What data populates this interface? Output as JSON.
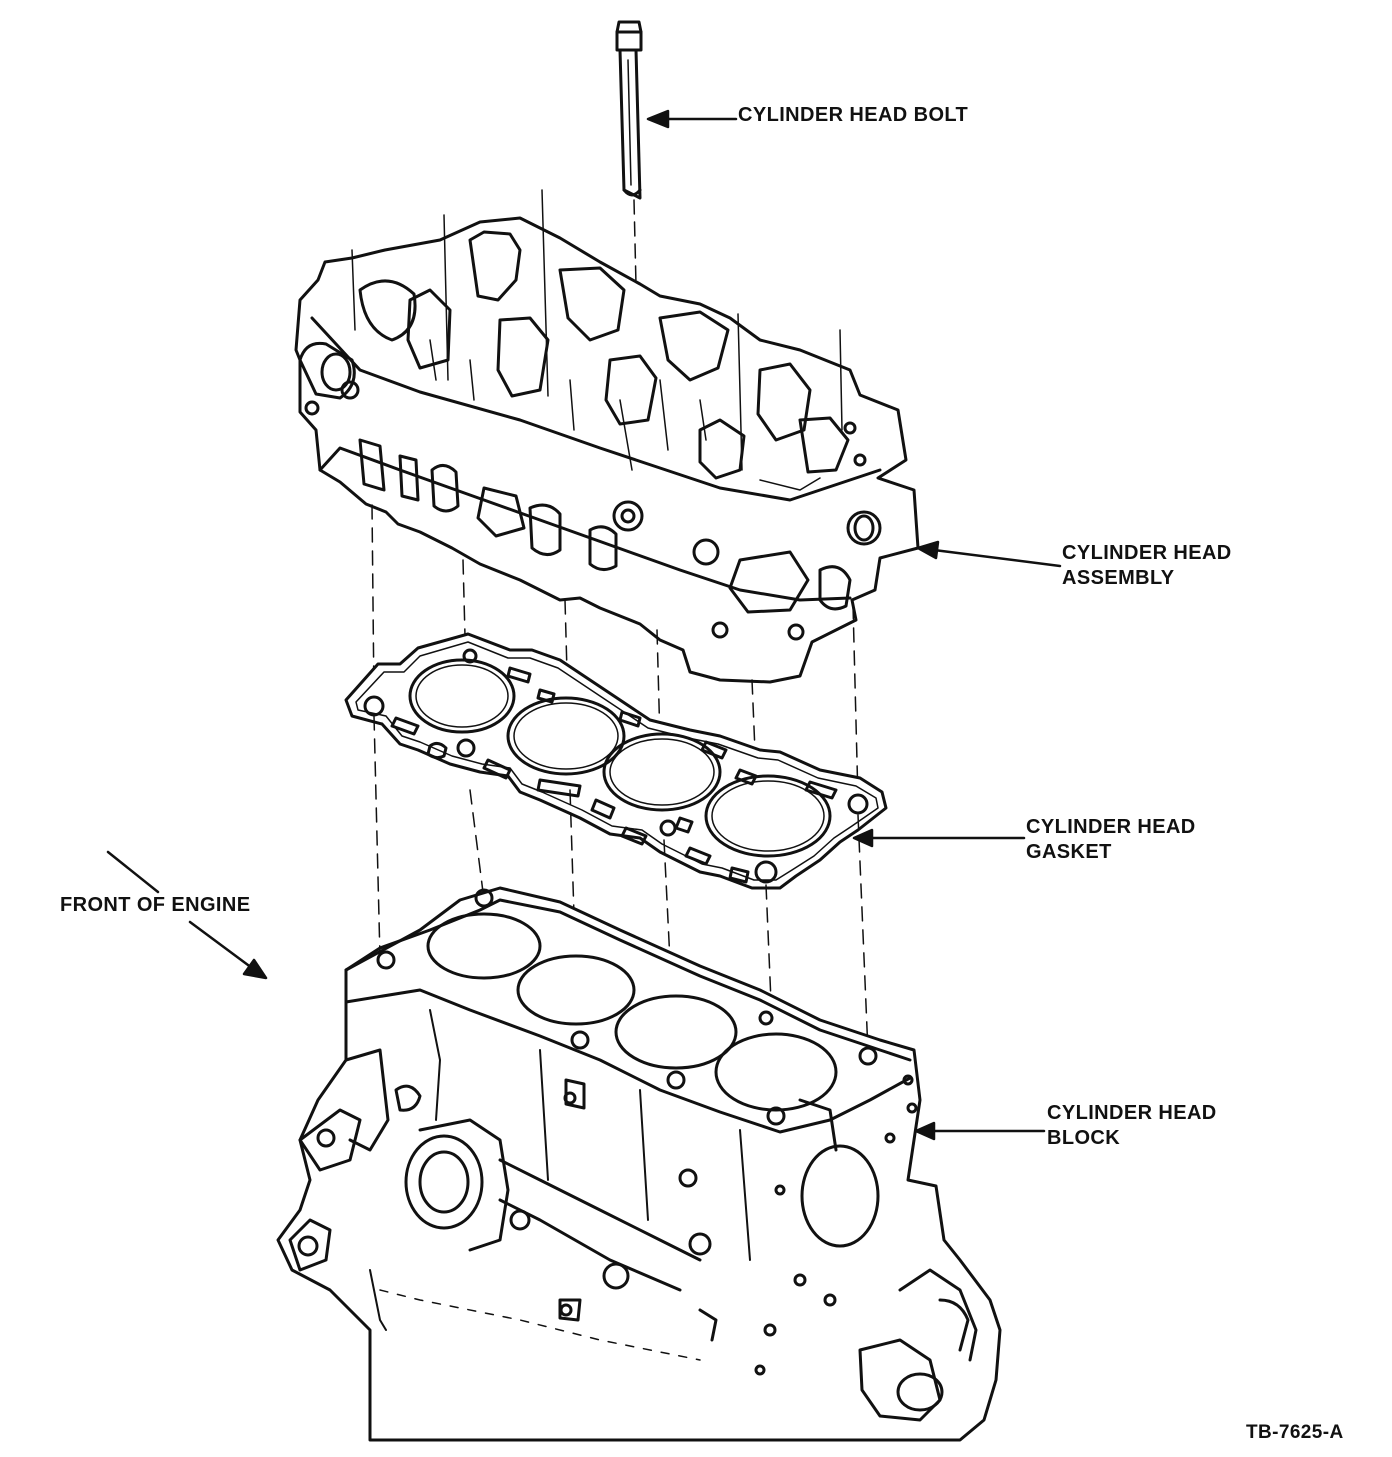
{
  "labels": {
    "bolt": "CYLINDER HEAD BOLT",
    "assembly_line1": "CYLINDER HEAD",
    "assembly_line2": "ASSEMBLY",
    "gasket_line1": "CYLINDER HEAD",
    "gasket_line2": "GASKET",
    "block_line1": "CYLINDER HEAD",
    "block_line2": "BLOCK",
    "front": "FRONT OF ENGINE",
    "figure_id": "TB-7625-A"
  },
  "colors": {
    "ink": "#111111",
    "paper": "#ffffff"
  }
}
